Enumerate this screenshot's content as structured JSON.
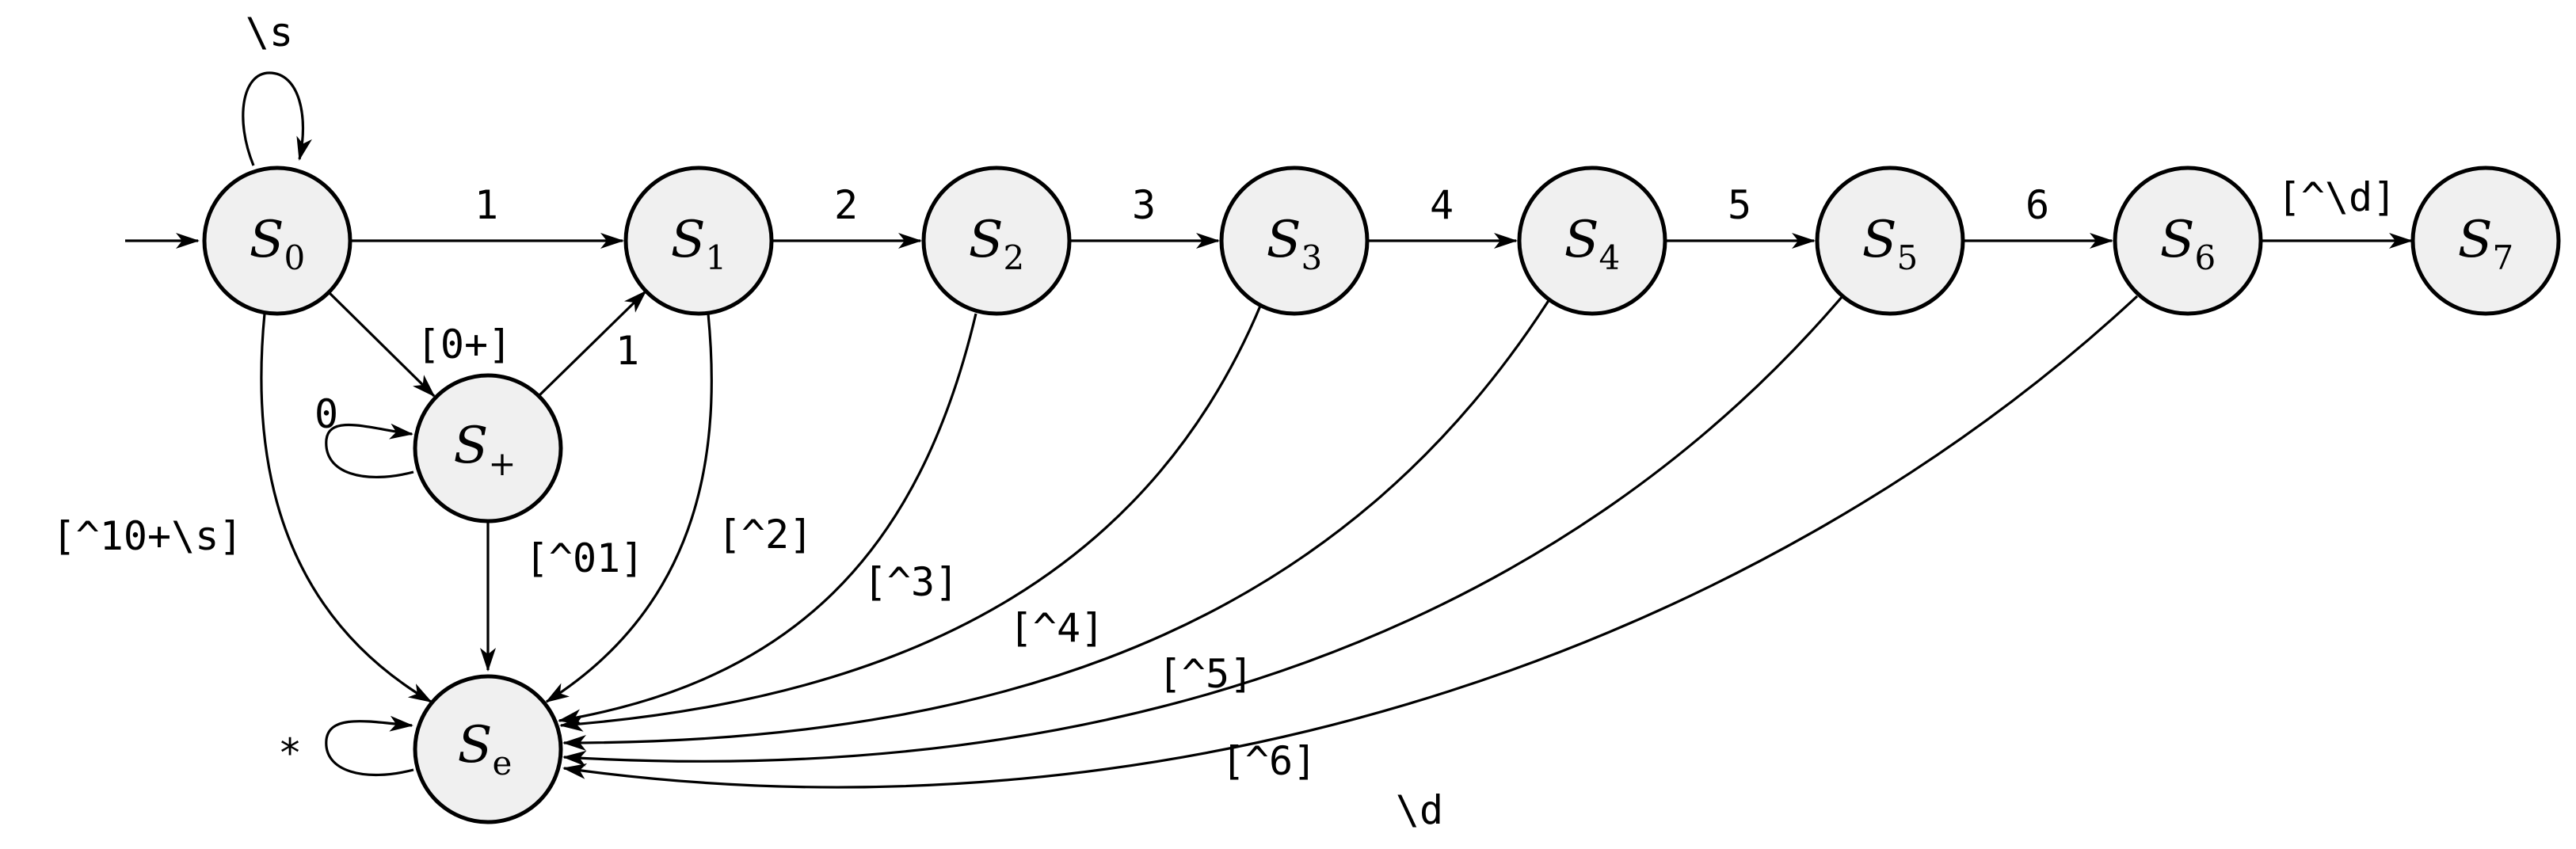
{
  "states": [
    {
      "id": "s0",
      "name": "S",
      "sub": "0"
    },
    {
      "id": "s1",
      "name": "S",
      "sub": "1"
    },
    {
      "id": "s2",
      "name": "S",
      "sub": "2"
    },
    {
      "id": "s3",
      "name": "S",
      "sub": "3"
    },
    {
      "id": "s4",
      "name": "S",
      "sub": "4"
    },
    {
      "id": "s5",
      "name": "S",
      "sub": "5"
    },
    {
      "id": "s6",
      "name": "S",
      "sub": "6"
    },
    {
      "id": "s7",
      "name": "S",
      "sub": "7"
    },
    {
      "id": "splus",
      "name": "S",
      "sub": "+"
    },
    {
      "id": "se",
      "name": "S",
      "sub": "e"
    }
  ],
  "transitions": {
    "s0_loop": "\\s",
    "s0_s1": "1",
    "s1_s2": "2",
    "s2_s3": "3",
    "s3_s4": "4",
    "s4_s5": "5",
    "s5_s6": "6",
    "s6_s7": "[^\\d]",
    "s0_splus": "[0+]",
    "splus_s1": "1",
    "splus_loop": "0",
    "s0_se": "[^10+\\s]",
    "splus_se": "[^01]",
    "s1_se": "[^2]",
    "s2_se": "[^3]",
    "s3_se": "[^4]",
    "s4_se": "[^5]",
    "s5_se": "[^6]",
    "s6_se": "\\d",
    "se_loop": "*"
  }
}
